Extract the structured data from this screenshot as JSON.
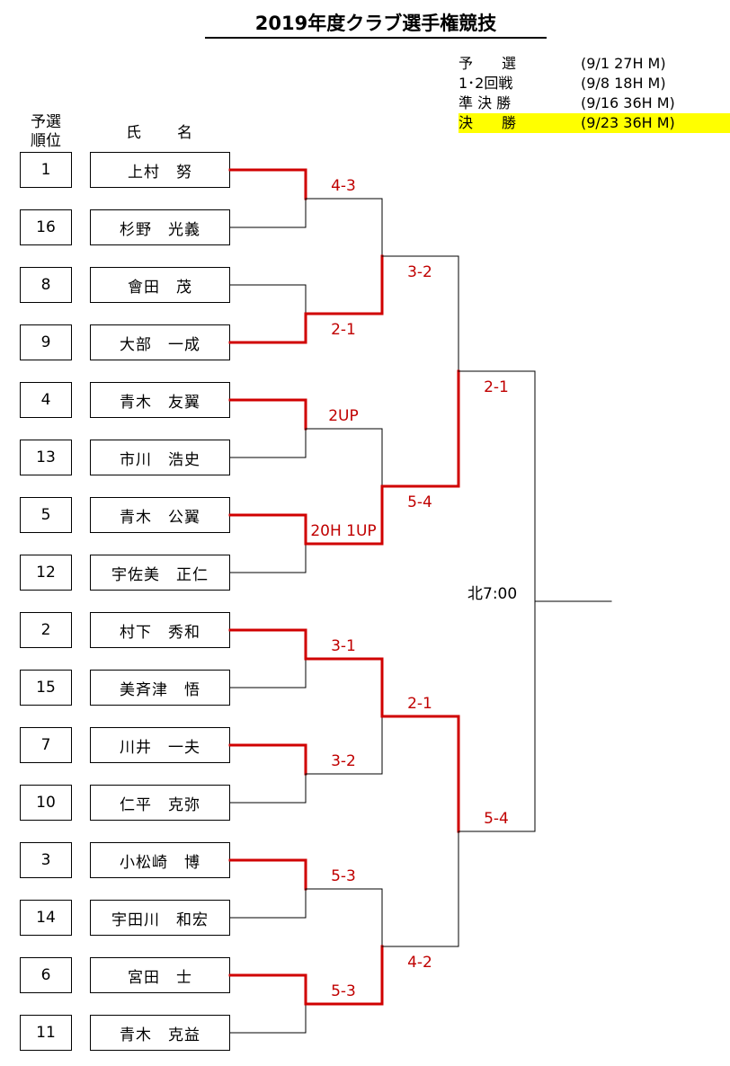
{
  "title": "2019年度クラブ選手権競技",
  "schedule": [
    {
      "round": "予　　選",
      "detail": "(9/1  27H  M)",
      "highlight": false
    },
    {
      "round": "1･2回戦",
      "detail": "(9/8  18H  M)",
      "highlight": false
    },
    {
      "round": "準 決 勝",
      "detail": "(9/16  36H  M)",
      "highlight": false
    },
    {
      "round": "決　　勝",
      "detail": "(9/23  36H  M)",
      "highlight": true
    }
  ],
  "headers": {
    "rank": "予選\n順位",
    "name": "氏　　名"
  },
  "players": [
    {
      "rank": "1",
      "name": "上村　努"
    },
    {
      "rank": "16",
      "name": "杉野　光義"
    },
    {
      "rank": "8",
      "name": "會田　茂"
    },
    {
      "rank": "9",
      "name": "大部　一成"
    },
    {
      "rank": "4",
      "name": "青木　友翼"
    },
    {
      "rank": "13",
      "name": "市川　浩史"
    },
    {
      "rank": "5",
      "name": "青木　公翼"
    },
    {
      "rank": "12",
      "name": "宇佐美　正仁"
    },
    {
      "rank": "2",
      "name": "村下　秀和"
    },
    {
      "rank": "15",
      "name": "美斉津　悟"
    },
    {
      "rank": "7",
      "name": "川井　一夫"
    },
    {
      "rank": "10",
      "name": "仁平　克弥"
    },
    {
      "rank": "3",
      "name": "小松崎　博"
    },
    {
      "rank": "14",
      "name": "宇田川　和宏"
    },
    {
      "rank": "6",
      "name": "宮田　士"
    },
    {
      "rank": "11",
      "name": "青木　克益"
    }
  ],
  "round1_scores": [
    "4-3",
    "2-1",
    "2UP",
    "20H 1UP",
    "3-1",
    "3-2",
    "5-3",
    "5-3"
  ],
  "round2_scores": [
    "3-2",
    "5-4",
    "2-1",
    "4-2"
  ],
  "semifinal_scores": [
    "2-1",
    "5-4"
  ],
  "final_venue": "北7:00",
  "colors": {
    "winner_line": "#d00000",
    "loser_line": "#000000",
    "score_text": "#c00000",
    "highlight": "#ffff00"
  }
}
